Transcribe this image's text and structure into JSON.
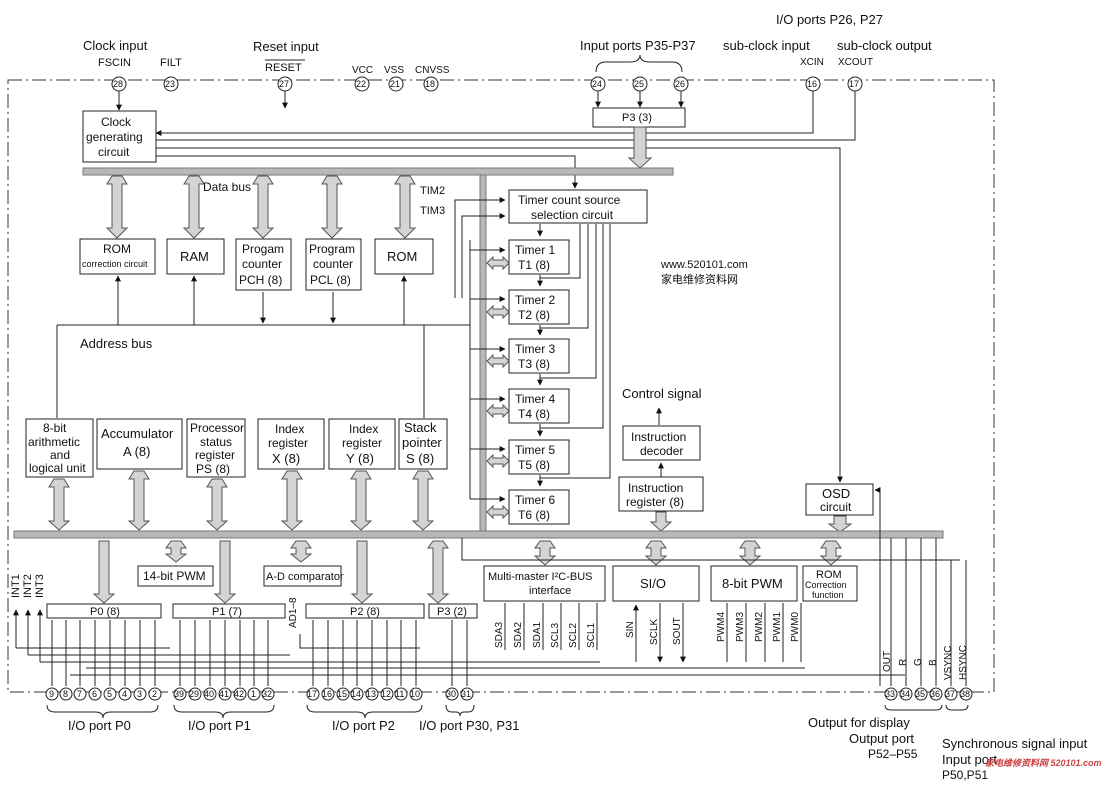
{
  "labels": {
    "io_ports_p2": "I/O ports P26, P27",
    "clock_input": "Clock input",
    "fscin": "FSCIN",
    "filt": "FILT",
    "reset_input": "Reset input",
    "reset": "RESET",
    "vcc": "VCC",
    "vss": "VSS",
    "cnvss": "CNVSS",
    "input_ports_p3": "Input ports P35-P37",
    "subclock_input": "sub-clock input",
    "subclock_output": "sub-clock output",
    "xcin": "XCIN",
    "xcout": "XCOUT",
    "data_bus": "Data bus",
    "address_bus": "Address bus",
    "tim2": "TIM2",
    "tim3": "TIM3",
    "control_signal": "Control signal",
    "int1": "INT1",
    "int2": "INT2",
    "int3": "INT3",
    "ad1_8": "AD1–8",
    "io_port_p0": "I/O port P0",
    "io_port_p1": "I/O port P1",
    "io_port_p2": "I/O port P2",
    "io_port_p30_p31": "I/O port P30, P31",
    "output_for_display": "Output for display",
    "output_port": "Output port",
    "p52_p55": "P52–P55",
    "sync_signal_input": "Synchronous signal input",
    "input_port": "Input port",
    "p50_p51": "P50,P51",
    "watermark_url": "www.520101.com",
    "watermark_cn": "家电维修资料网",
    "watermark_corner": "家电维修资料网 520101.com"
  },
  "blocks": {
    "clock_gen": [
      "Clock",
      "generating",
      "circuit"
    ],
    "p3_top": "P3 (3)",
    "rom_correction": [
      "ROM",
      "correction circuit"
    ],
    "ram": "RAM",
    "pch": [
      "Progam",
      "counter",
      "PCH (8)"
    ],
    "pcl": [
      "Program",
      "counter",
      "PCL (8)"
    ],
    "rom": "ROM",
    "timer_src": [
      "Timer count source",
      "selection circuit"
    ],
    "timers": [
      {
        "name": "Timer 1",
        "reg": "T1 (8)"
      },
      {
        "name": "Timer 2",
        "reg": "T2 (8)"
      },
      {
        "name": "Timer 3",
        "reg": "T3 (8)"
      },
      {
        "name": "Timer 4",
        "reg": "T4 (8)"
      },
      {
        "name": "Timer 5",
        "reg": "T5 (8)"
      },
      {
        "name": "Timer 6",
        "reg": "T6 (8)"
      }
    ],
    "alu": [
      "8-bit",
      "arithmetic",
      "and",
      "logical unit"
    ],
    "accumulator": [
      "Accumulator",
      "A (8)"
    ],
    "ps": [
      "Processor",
      "status",
      "register",
      "PS (8)"
    ],
    "index_x": [
      "Index",
      "register",
      "X (8)"
    ],
    "index_y": [
      "Index",
      "register",
      "Y (8)"
    ],
    "stack": [
      "Stack",
      "pointer",
      "S (8)"
    ],
    "instr_decoder": [
      "Instruction",
      "decoder"
    ],
    "instr_register": [
      "Instruction",
      "register (8)"
    ],
    "osd": [
      "OSD",
      "circuit"
    ],
    "pwm14": "14-bit PWM",
    "adc": "A-D comparator",
    "p0": "P0 (8)",
    "p1": "P1 (7)",
    "p2": "P2 (8)",
    "p3_bottom": "P3 (2)",
    "i2c": [
      "Multi-master I²C-BUS",
      "interface"
    ],
    "sio": "SI/O",
    "pwm8": "8-bit PWM",
    "rom_corr_fn": [
      "ROM",
      "Correction",
      "function"
    ]
  },
  "signals": {
    "i2c": [
      "SDA3",
      "SDA2",
      "SDA1",
      "SCL3",
      "SCL2",
      "SCL1"
    ],
    "sio": [
      "SIN",
      "SCLK",
      "SOUT"
    ],
    "pwm": [
      "PWM4",
      "PWM3",
      "PWM2",
      "PWM1",
      "PWM0"
    ],
    "osd": [
      "OUT",
      "R",
      "G",
      "B",
      "VSYNC",
      "HSYNC"
    ]
  },
  "pins": {
    "top": [
      "28",
      "23",
      "27",
      "22",
      "21",
      "18",
      "24",
      "25",
      "26",
      "16",
      "17"
    ],
    "p0": [
      "9",
      "8",
      "7",
      "6",
      "5",
      "4",
      "3",
      "2"
    ],
    "p1": [
      "39",
      "29",
      "40",
      "41",
      "42",
      "1",
      "32"
    ],
    "p2": [
      "17",
      "16",
      "15",
      "14",
      "13",
      "12",
      "11",
      "10"
    ],
    "p3": [
      "30",
      "31"
    ],
    "osd": [
      "33",
      "34",
      "35",
      "36",
      "37",
      "38"
    ]
  }
}
